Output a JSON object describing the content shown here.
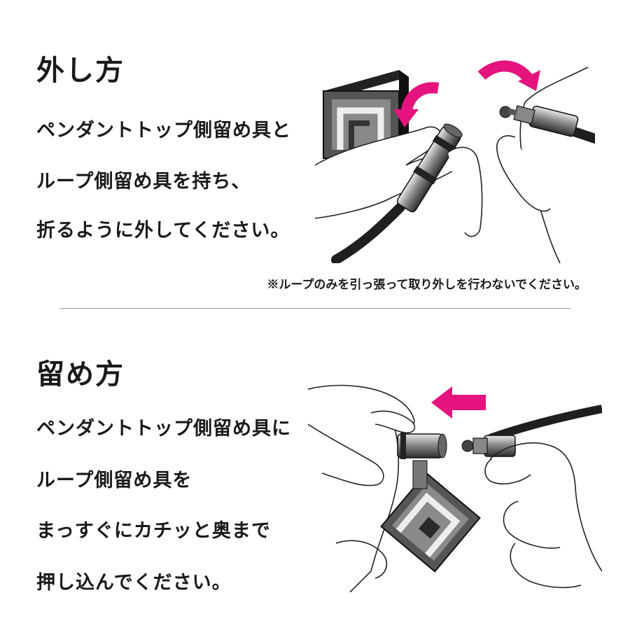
{
  "remove": {
    "heading": "外し方",
    "lines": [
      "ペンダントトップ側留め具と",
      "ループ側留め具を持ち、",
      "折るように外してください。"
    ],
    "note": "※ループのみを引っ張って取り外しを行わないでください。"
  },
  "attach": {
    "heading": "留め方",
    "lines": [
      "ペンダントトップ側留め具に",
      "ループ側留め具を",
      "まっすぐにカチッと奥まで",
      "押し込んでください。"
    ]
  },
  "colors": {
    "accent": "#e4137d",
    "text": "#1a1a1a",
    "metal_dark": "#3a3a3a",
    "metal_light": "#b5b5b5"
  }
}
